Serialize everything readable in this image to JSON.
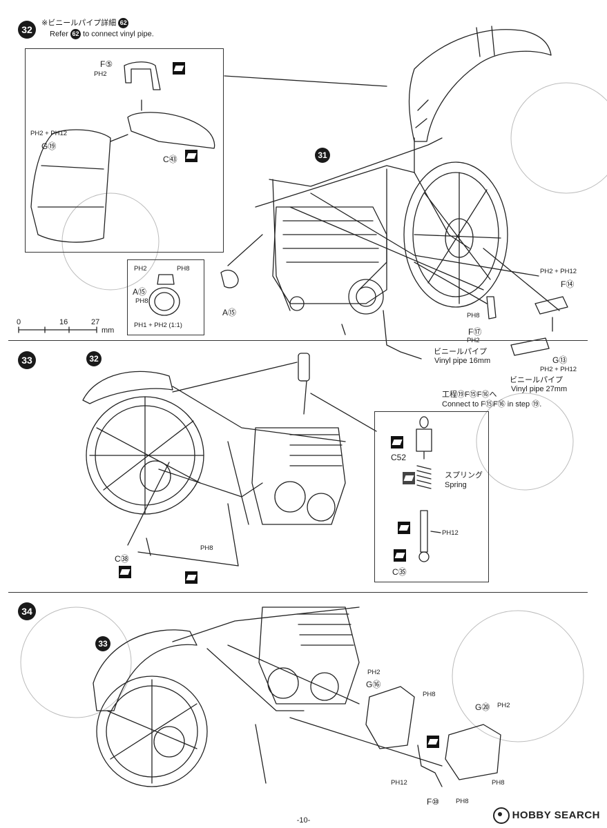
{
  "step32": {
    "number": "32",
    "note_jp": "※ビニールパイプ詳細",
    "note_ref": "62",
    "note_en_pre": "Refer",
    "note_en_post": "to connect vinyl pipe.",
    "ref_step": "31",
    "detail_parts": {
      "f5": "F⑤",
      "ph2_a": "PH2",
      "ph2_ph12": "PH2 + PH12",
      "g19": "G⑲",
      "c43": "C㊸"
    },
    "inset_parts": {
      "ph2": "PH2",
      "ph8": "PH8",
      "a15": "A⑮",
      "ph8_b": "PH8",
      "ph1_ph2": "PH1 + PH2 (1:1)"
    },
    "a15_label": "A⑮",
    "scale": {
      "zero": "0",
      "mid": "16",
      "max": "27",
      "unit": "mm"
    },
    "right_parts": {
      "ph2_ph12_a": "PH2 + PH12",
      "f14": "F⑭",
      "ph8": "PH8",
      "f17": "F⑰",
      "ph2": "PH2",
      "vinyl16_jp": "ビニールパイプ",
      "vinyl16_en": "Vinyl pipe 16mm",
      "g13": "G⑬",
      "ph2_ph12_b": "PH2 + PH12",
      "vinyl27_jp": "ビニールパイプ",
      "vinyl27_en": "Vinyl pipe 27mm",
      "connect_jp": "工程⑲F⑮F⑯へ",
      "connect_en": "Connect to F⑮F⑯ in step ⑲."
    }
  },
  "step33": {
    "number": "33",
    "ref_step": "32",
    "parts": {
      "c52": "C52",
      "spring_jp": "スプリング",
      "spring_en": "Spring",
      "ph12": "PH12",
      "c35": "C㉟",
      "c38": "C㊳",
      "ph8": "PH8"
    }
  },
  "step34": {
    "number": "34",
    "ref_step": "33",
    "parts": {
      "ph2_a": "PH2",
      "g16": "G⑯",
      "ph8_a": "PH8",
      "g20": "G⑳",
      "ph2_b": "PH2",
      "ph8_b": "PH8",
      "ph12": "PH12",
      "f10": "F⑩",
      "ph8_c": "PH8"
    }
  },
  "footer": {
    "page": "-10-"
  },
  "watermark": {
    "text": "HOBBY SEARCH"
  }
}
